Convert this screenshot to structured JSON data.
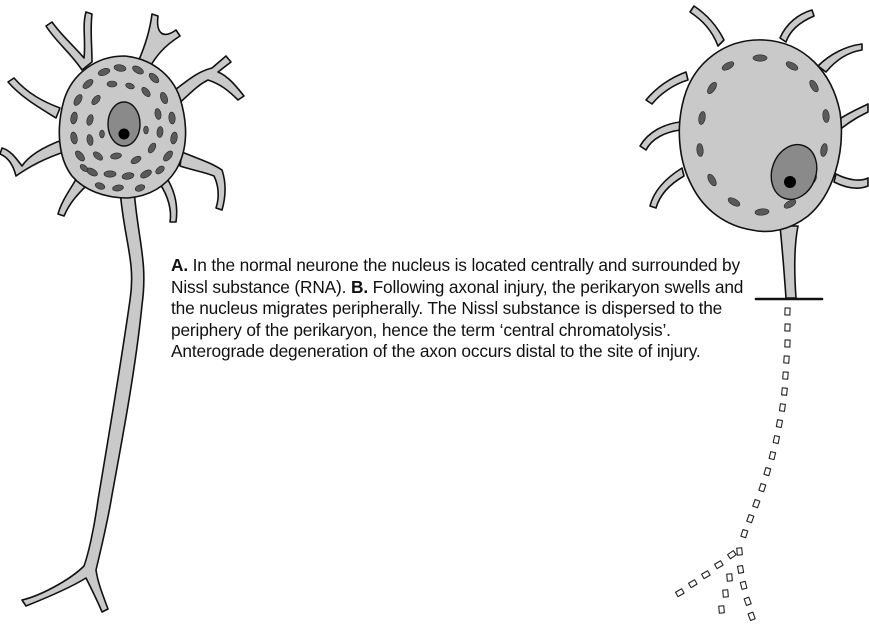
{
  "caption": {
    "label_a": "A.",
    "text_a": " In the normal neurone the nucleus is located centrally and surrounded by Nissl substance (RNA). ",
    "label_b": "B.",
    "text_b": " Following axonal injury, the perikaryon swells and the nucleus migrates peripherally. The Nissl substance is dispersed to the periphery of the perikaryon, hence the term ‘central chromatolysis’. Anterograde degeneration of the axon occurs distal to the site of injury."
  },
  "colors": {
    "cell_fill": "#c9c9c9",
    "outline": "#111111",
    "nissl": "#5a5a5a",
    "nucleus_fill": "#8a8a8a",
    "nucleolus": "#000000",
    "background": "#ffffff"
  }
}
